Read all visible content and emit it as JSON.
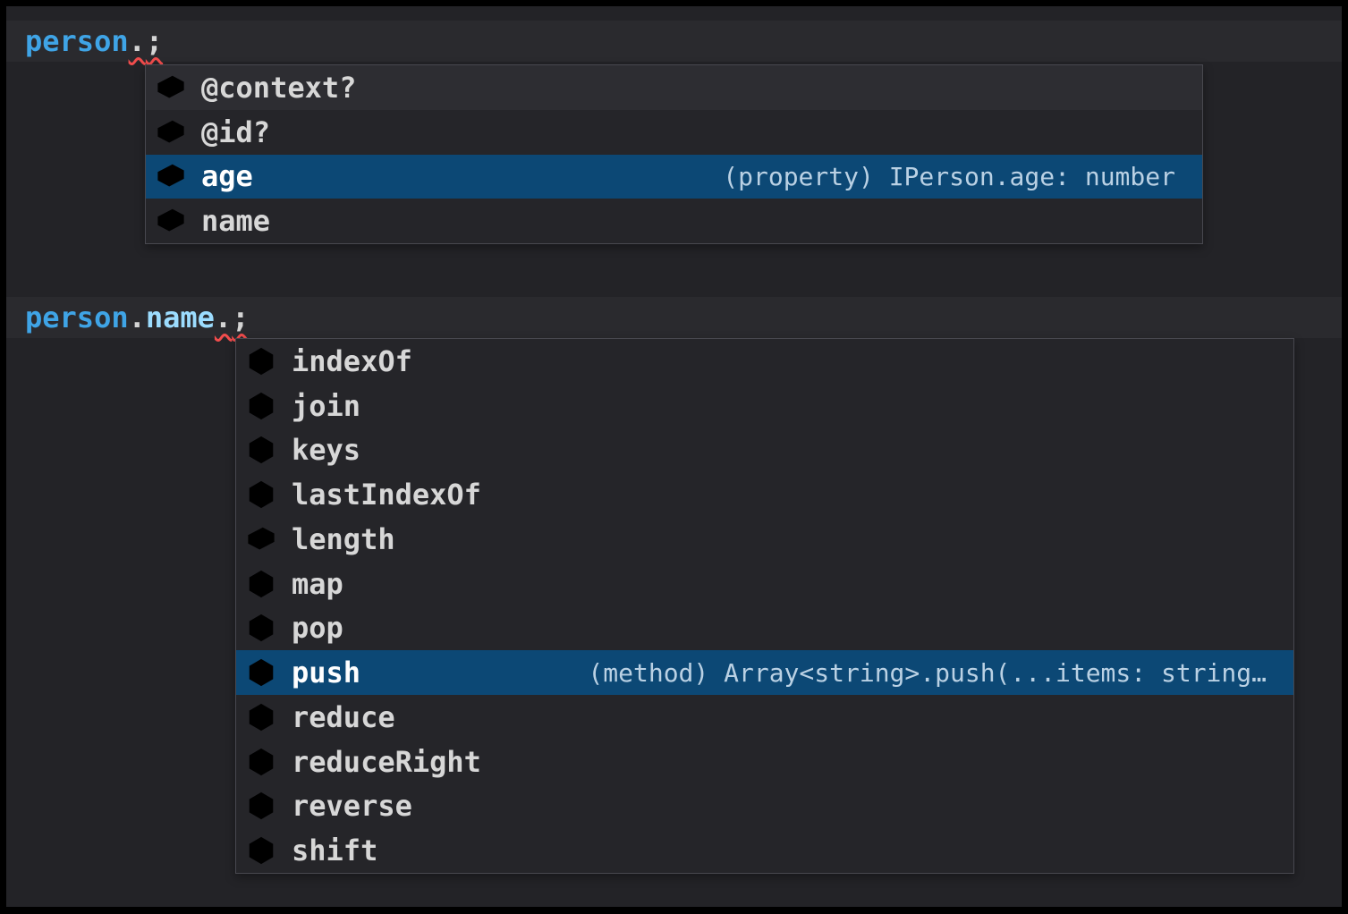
{
  "theme": {
    "editor_background": "#232327",
    "current_line_background": "#2a2a2e",
    "suggest_background": "#252529",
    "suggest_border": "#48484f",
    "selection_background": "#0c4875",
    "hover_background": "#2d2d32",
    "field_icon_color": "#4fa8e0",
    "method_icon_color": "#b57bdc",
    "variable_color": "#3fa4e6",
    "property_color": "#9cdcfe",
    "error_squiggle_color": "#f14c4c"
  },
  "editor": {
    "line1": {
      "var": "person",
      "dot": ".",
      "semi": ";"
    },
    "line2": {
      "var": "person",
      "dot1": ".",
      "prop": "name",
      "dot2": ".",
      "semi": ";"
    }
  },
  "suggest_person": {
    "items": [
      {
        "label": "@context?",
        "kind": "field",
        "state": "hover"
      },
      {
        "label": "@id?",
        "kind": "field",
        "state": "normal"
      },
      {
        "label": "age",
        "kind": "field",
        "state": "selected",
        "detail": "(property) IPerson.age: number"
      },
      {
        "label": "name",
        "kind": "field",
        "state": "normal"
      }
    ]
  },
  "suggest_name": {
    "items": [
      {
        "label": "indexOf",
        "kind": "method",
        "state": "normal"
      },
      {
        "label": "join",
        "kind": "method",
        "state": "normal"
      },
      {
        "label": "keys",
        "kind": "method",
        "state": "normal"
      },
      {
        "label": "lastIndexOf",
        "kind": "method",
        "state": "normal"
      },
      {
        "label": "length",
        "kind": "field",
        "state": "normal"
      },
      {
        "label": "map",
        "kind": "method",
        "state": "normal"
      },
      {
        "label": "pop",
        "kind": "method",
        "state": "normal"
      },
      {
        "label": "push",
        "kind": "method",
        "state": "selected",
        "detail": "(method) Array<string>.push(...items: string…"
      },
      {
        "label": "reduce",
        "kind": "method",
        "state": "normal"
      },
      {
        "label": "reduceRight",
        "kind": "method",
        "state": "normal"
      },
      {
        "label": "reverse",
        "kind": "method",
        "state": "normal"
      },
      {
        "label": "shift",
        "kind": "method",
        "state": "normal"
      }
    ]
  }
}
